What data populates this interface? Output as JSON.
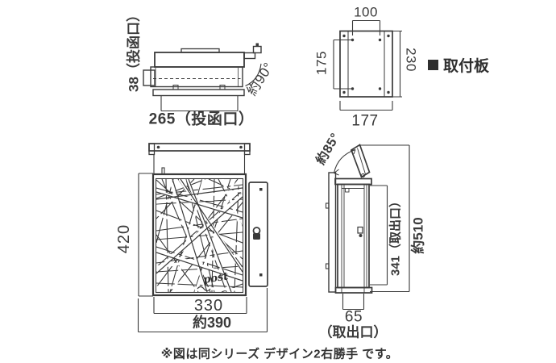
{
  "caption": "※図は同シリーズ デザイン2右勝手 です。",
  "views": {
    "top": {
      "slot_height": "38（投函口）",
      "slot_width": "265（投函口）",
      "lid_angle": "約90°"
    },
    "plate": {
      "hole_span_width": "100",
      "hole_span_height": "175",
      "plate_height": "230",
      "plate_width": "177",
      "marker": "■",
      "label": "取付板"
    },
    "front": {
      "height": "420",
      "body_width": "330",
      "total_width": "約390",
      "logo": "post"
    },
    "side": {
      "lid_angle": "約85°",
      "door_height": "341（取出口）",
      "total_height": "約510",
      "depth": "65",
      "depth_label": "（取出口）"
    }
  }
}
